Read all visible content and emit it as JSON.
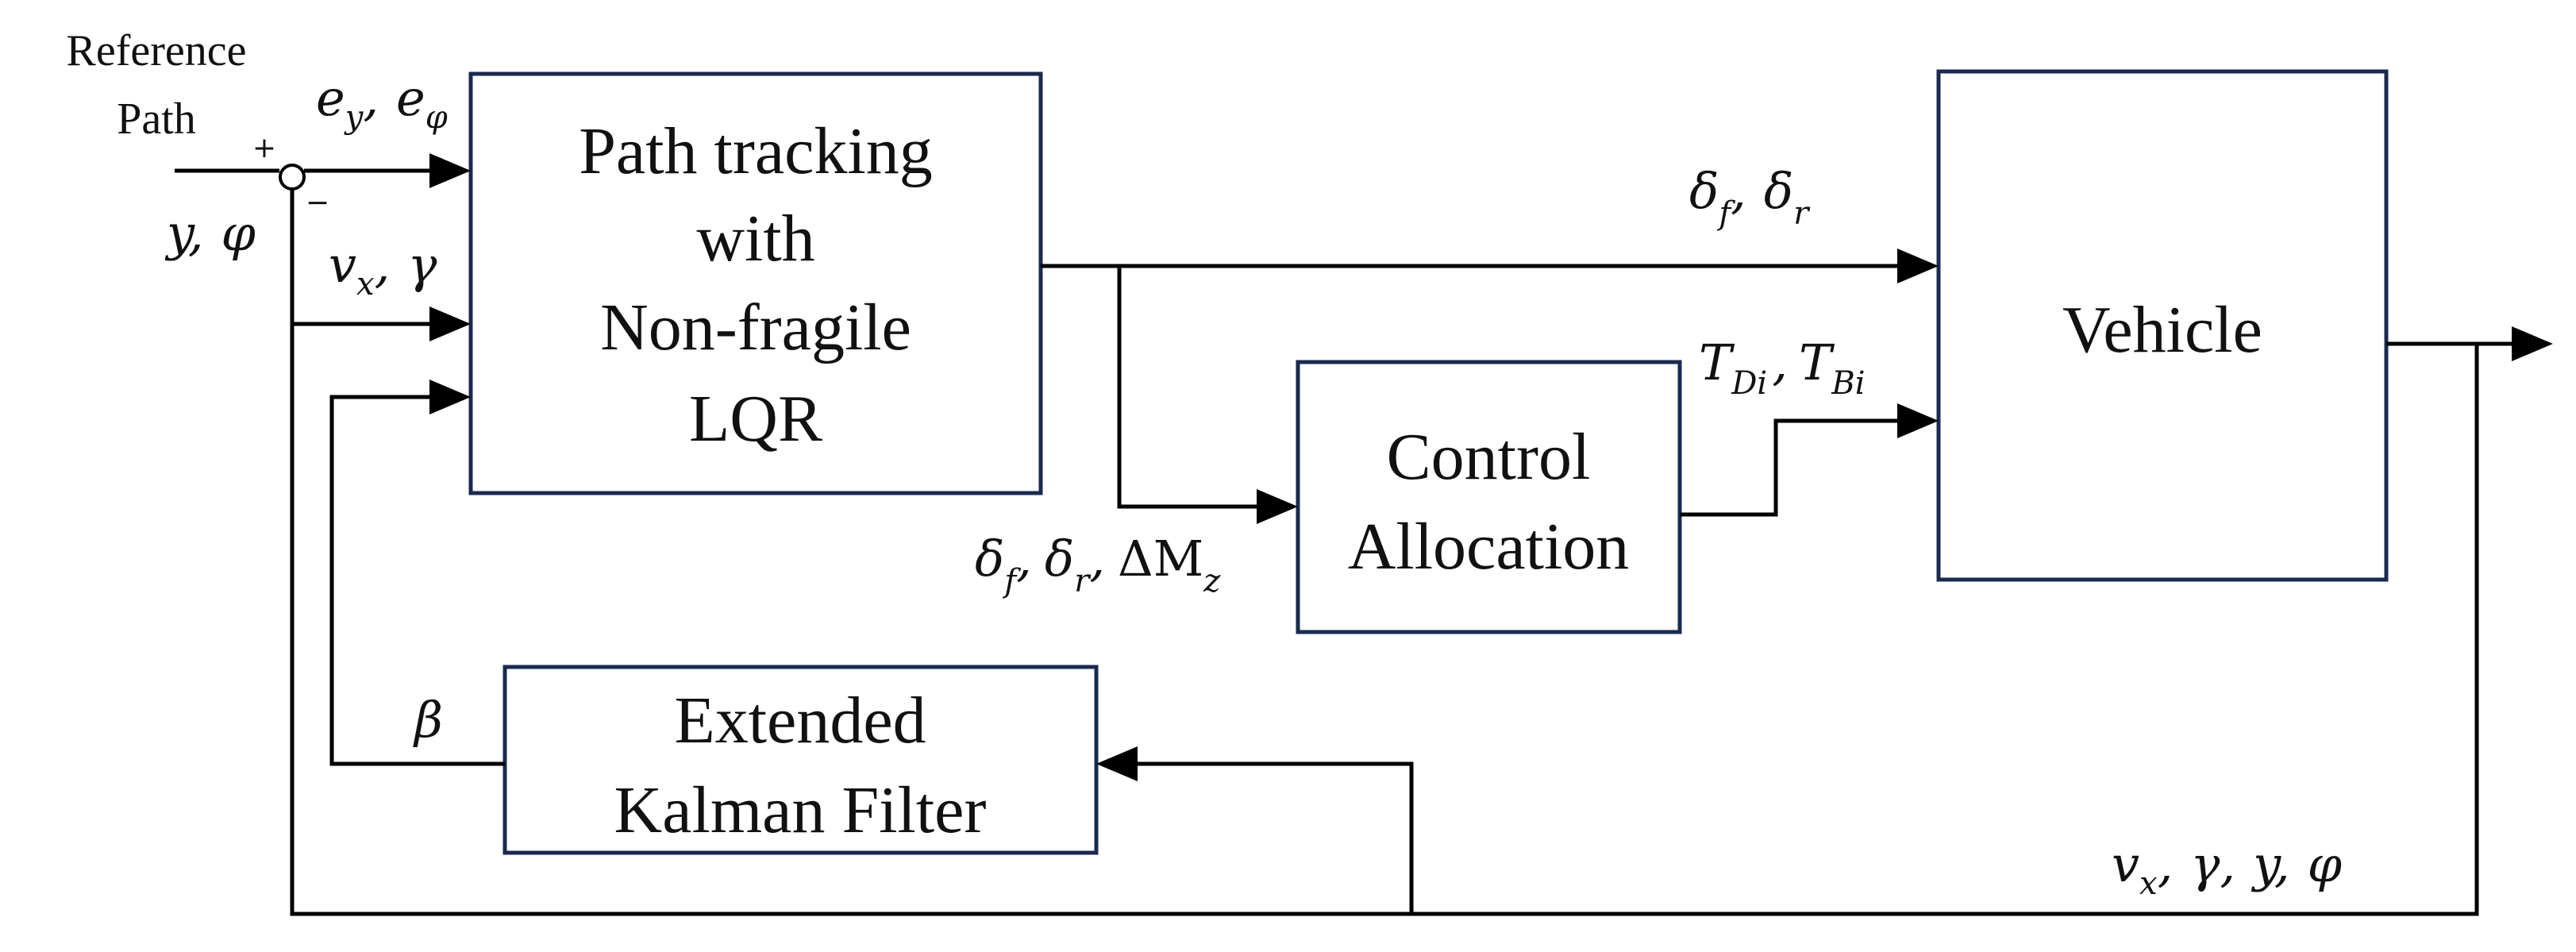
{
  "blocks": {
    "path_tracking": [
      "Path tracking",
      "with",
      "Non-fragile",
      "LQR"
    ],
    "control_allocation": [
      "Control",
      "Allocation"
    ],
    "vehicle": "Vehicle",
    "ekf": [
      "Extended",
      "Kalman Filter"
    ]
  },
  "reference": [
    "Reference",
    "Path"
  ],
  "summing_junction": {
    "plus": "+",
    "minus": "−"
  },
  "signals": {
    "errors": [
      "e",
      "y",
      ",",
      "e",
      "φ"
    ],
    "y_phi_in": [
      "y",
      ",",
      "φ"
    ],
    "vx_gamma_in": [
      "v",
      "x",
      ",",
      "γ"
    ],
    "steer_out": [
      "δ",
      "f",
      ",",
      "δ",
      "r"
    ],
    "torque": [
      "T",
      "Di",
      ",",
      "T",
      "Bi"
    ],
    "ca_input": [
      "δ",
      "f",
      ",",
      "δ",
      "r",
      ",",
      "ΔM",
      "z"
    ],
    "beta": "β",
    "feedback": [
      "v",
      "x",
      ",",
      "γ",
      ",",
      "y",
      ",",
      "φ"
    ]
  }
}
